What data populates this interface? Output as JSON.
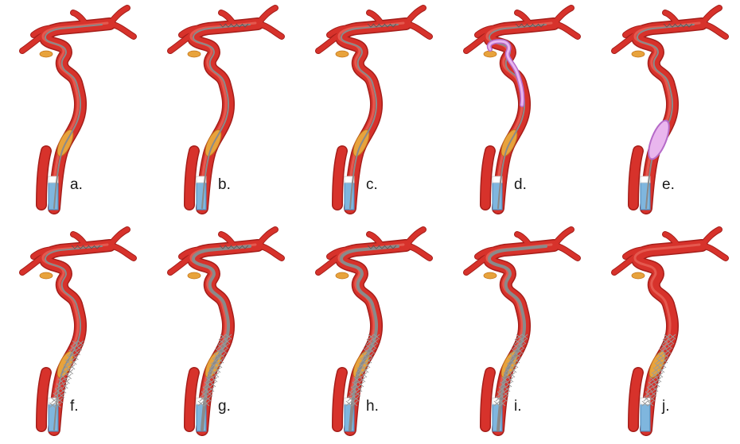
{
  "colors": {
    "artery": "#d7322b",
    "artery_dark": "#a51e1a",
    "artery_light": "#ef7a6e",
    "plaque": "#e8a33c",
    "plaque_dark": "#c2741c",
    "catheter": "#7fb6de",
    "catheter_dark": "#4a86b8",
    "wire": "#8a8a8a",
    "balloon": "#e9b6ee",
    "balloon_edge": "#b56ac8",
    "stent": "#9a9a9a",
    "clip": "#ffffff"
  },
  "panels": [
    {
      "label": "a.",
      "plaque": true,
      "catheter": "blue",
      "wire": "thin",
      "filter": false,
      "balloon": false,
      "stent": false
    },
    {
      "label": "b.",
      "plaque": true,
      "catheter": "blue",
      "wire": "thin",
      "filter": true,
      "balloon": false,
      "stent": false
    },
    {
      "label": "c.",
      "plaque": true,
      "catheter": "blue",
      "wire": "thin",
      "filter": true,
      "balloon": false,
      "stent": false
    },
    {
      "label": "d.",
      "plaque": true,
      "catheter": "blue",
      "wire": "thin",
      "filter": true,
      "balloon": "distal",
      "stent": false
    },
    {
      "label": "e.",
      "plaque": true,
      "catheter": "blue",
      "wire": "thin",
      "filter": true,
      "balloon": "lesion",
      "stent": false
    },
    {
      "label": "f.",
      "plaque": true,
      "catheter": "white",
      "wire": "thin",
      "filter": true,
      "balloon": false,
      "stent": "delivery"
    },
    {
      "label": "g.",
      "plaque": true,
      "catheter": "white",
      "wire": "thick",
      "filter": true,
      "balloon": false,
      "stent": "deployed"
    },
    {
      "label": "h.",
      "plaque": true,
      "catheter": "blue",
      "wire": "thick",
      "filter": true,
      "balloon": false,
      "stent": "deployed"
    },
    {
      "label": "i.",
      "plaque": true,
      "catheter": "white",
      "wire": "thick",
      "filter": false,
      "balloon": false,
      "stent": "deployed"
    },
    {
      "label": "j.",
      "plaque": true,
      "catheter": "white",
      "wire": "none",
      "filter": false,
      "balloon": false,
      "stent": "final"
    }
  ]
}
